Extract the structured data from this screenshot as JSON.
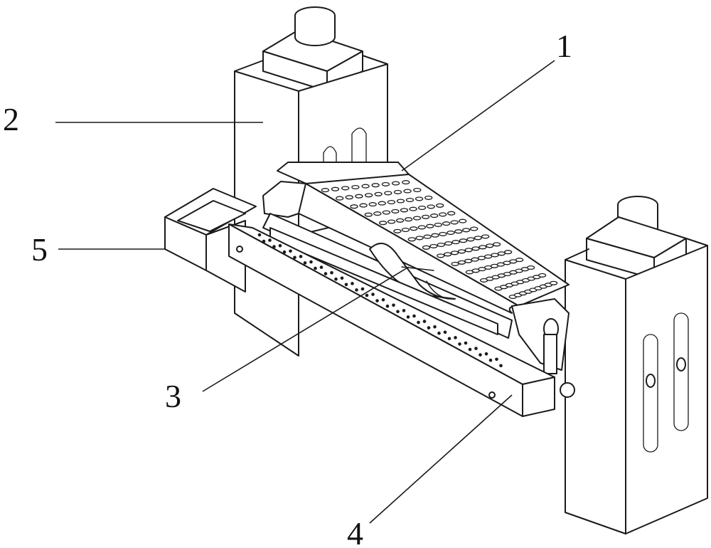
{
  "labels": {
    "part1": "1",
    "part2": "2",
    "part3": "3",
    "part4": "4",
    "part5": "5"
  },
  "colors": {
    "line": "#1a1a1a",
    "background": "#ffffff"
  }
}
